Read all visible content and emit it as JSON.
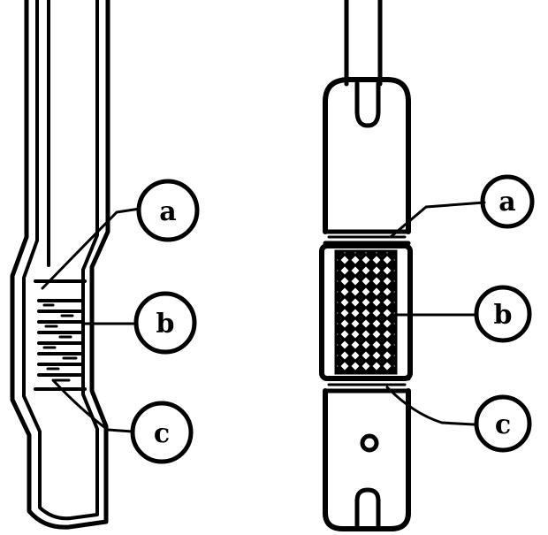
{
  "figure": {
    "left_assembly": {
      "callouts": [
        {
          "id": "a",
          "label": "a"
        },
        {
          "id": "b",
          "label": "b"
        },
        {
          "id": "c",
          "label": "c"
        }
      ]
    },
    "right_assembly": {
      "callouts": [
        {
          "id": "a",
          "label": "a"
        },
        {
          "id": "b",
          "label": "b"
        },
        {
          "id": "c",
          "label": "c"
        }
      ]
    }
  }
}
